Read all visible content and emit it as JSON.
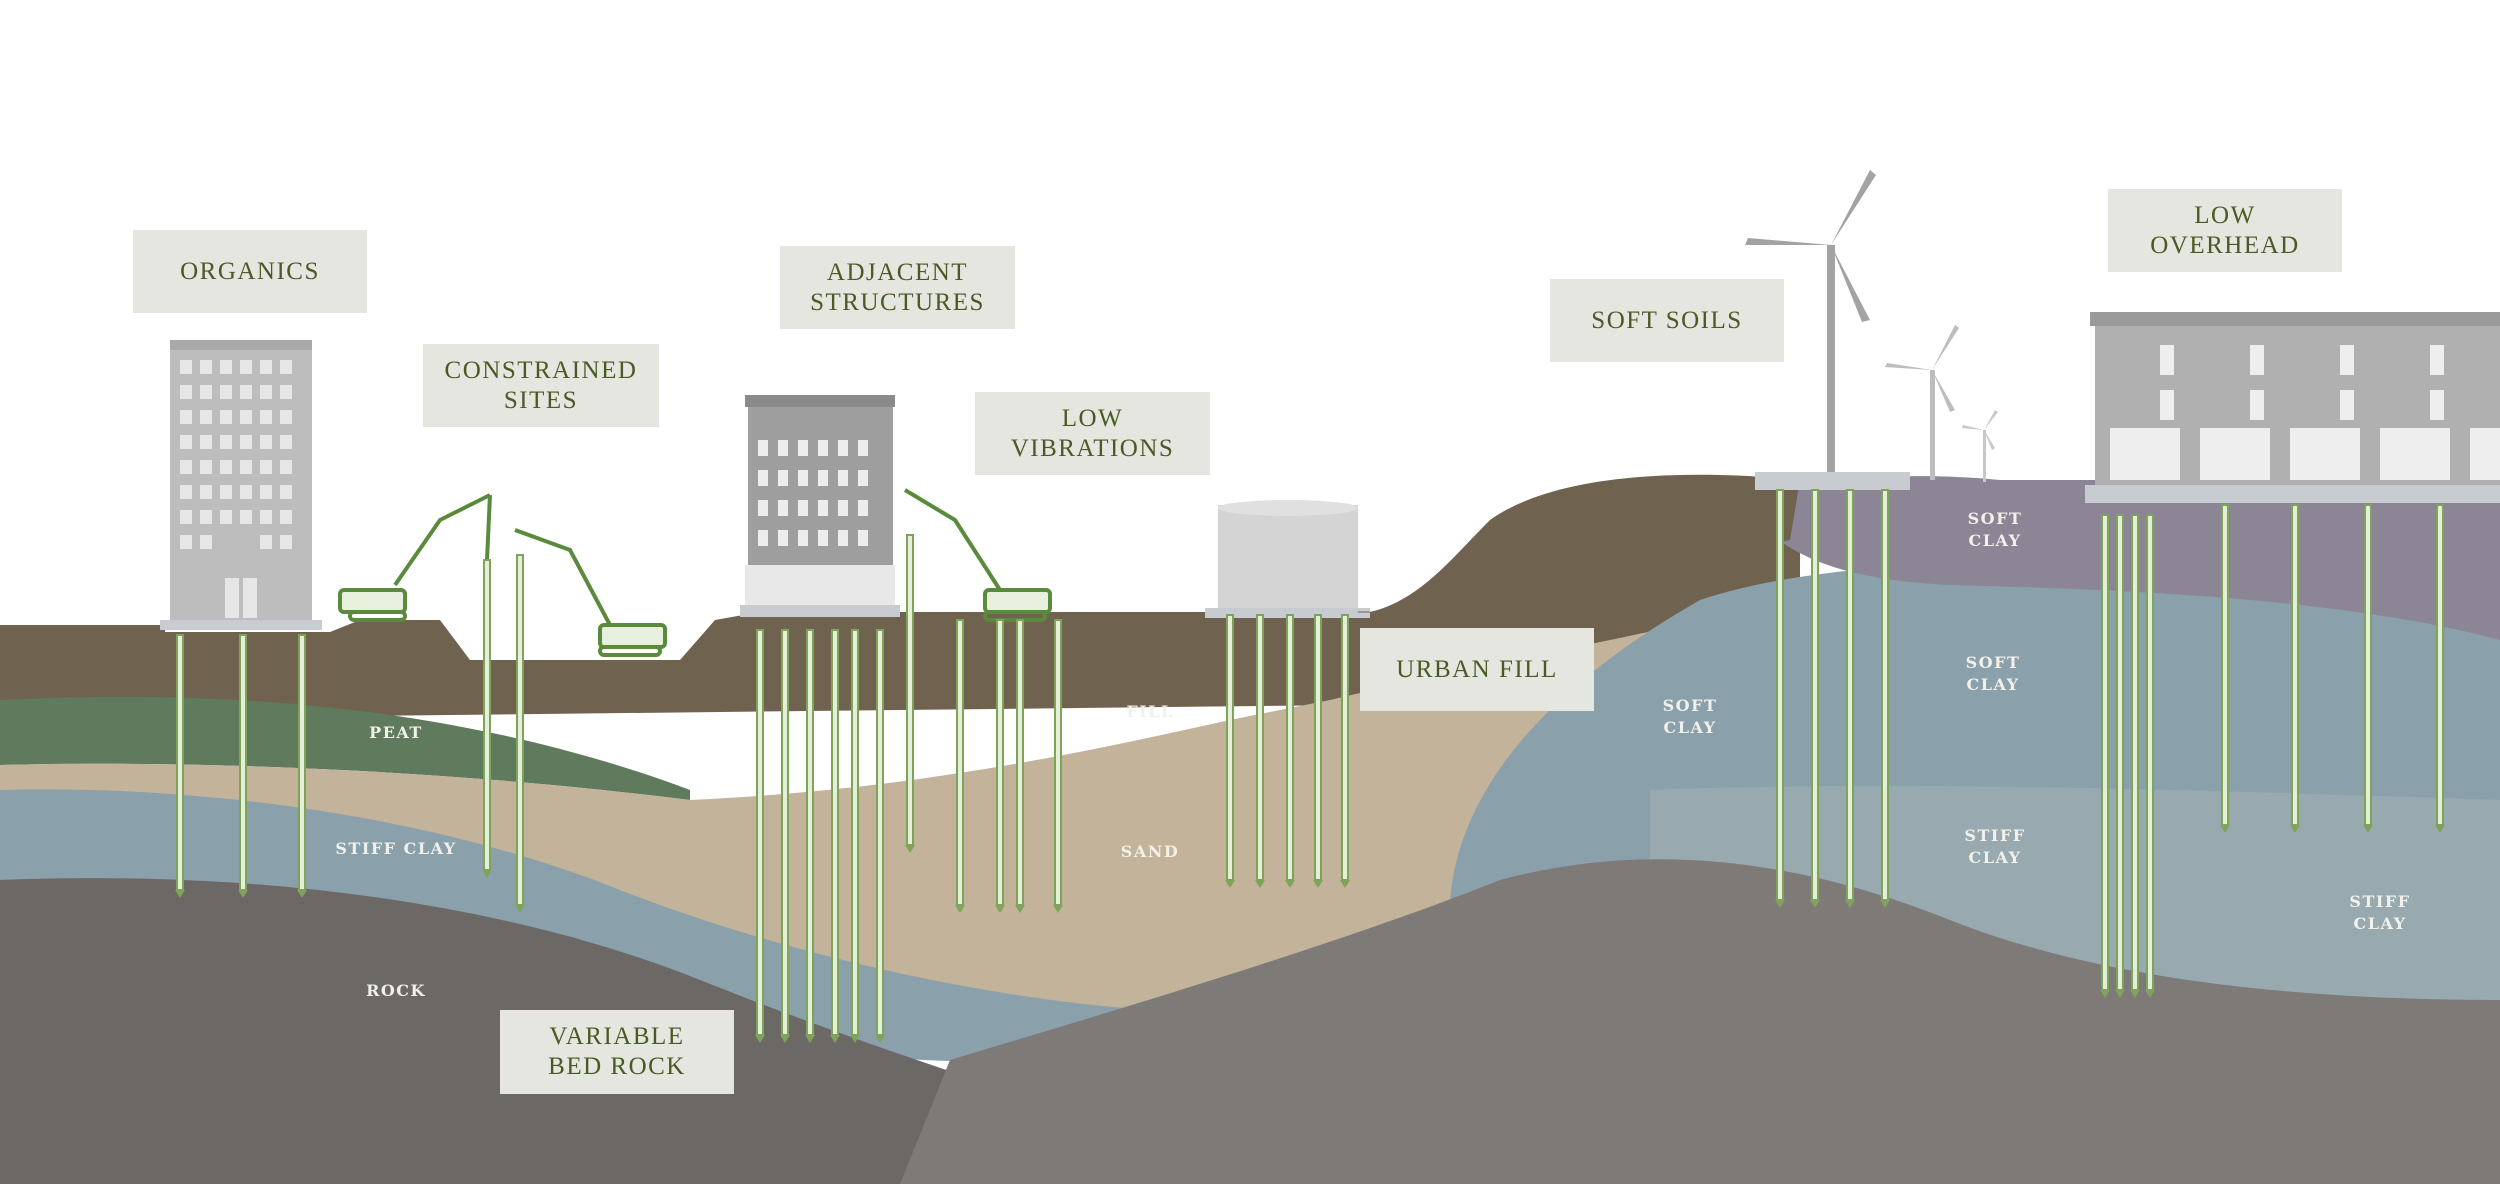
{
  "callouts": {
    "organics": "ORGANICS",
    "constrained_sites": "CONSTRAINED\nSITES",
    "adjacent_structures": "ADJACENT\nSTRUCTURES",
    "low_vibrations": "LOW\nVIBRATIONS",
    "urban_fill": "URBAN FILL",
    "soft_soils": "SOFT SOILS",
    "low_overhead": "LOW\nOVERHEAD",
    "variable_bed_rock": "VARIABLE\nBED ROCK"
  },
  "soil_labels": {
    "peat": "PEAT",
    "stiff_clay_left": "STIFF CLAY",
    "rock": "ROCK",
    "fill": "FILL",
    "sand": "SAND",
    "soft_clay_mid": "SOFT\nCLAY",
    "soft_clay_right_top": "SOFT\nCLAY",
    "soft_clay_right_mid": "SOFT\nCLAY",
    "stiff_clay_right": "STIFF\nCLAY",
    "stiff_clay_far_right": "STIFF\nCLAY"
  },
  "colors": {
    "callout_bg": "#e5e6e0",
    "callout_text": "#4a5a24",
    "topsoil": "#6f6350",
    "peat": "#5f7a5c",
    "sand": "#c2b39a",
    "clay": "#8aa0ab",
    "soft_clay": "#8b8595",
    "rock": "#7d7a78",
    "pile": "#7fa35a"
  }
}
